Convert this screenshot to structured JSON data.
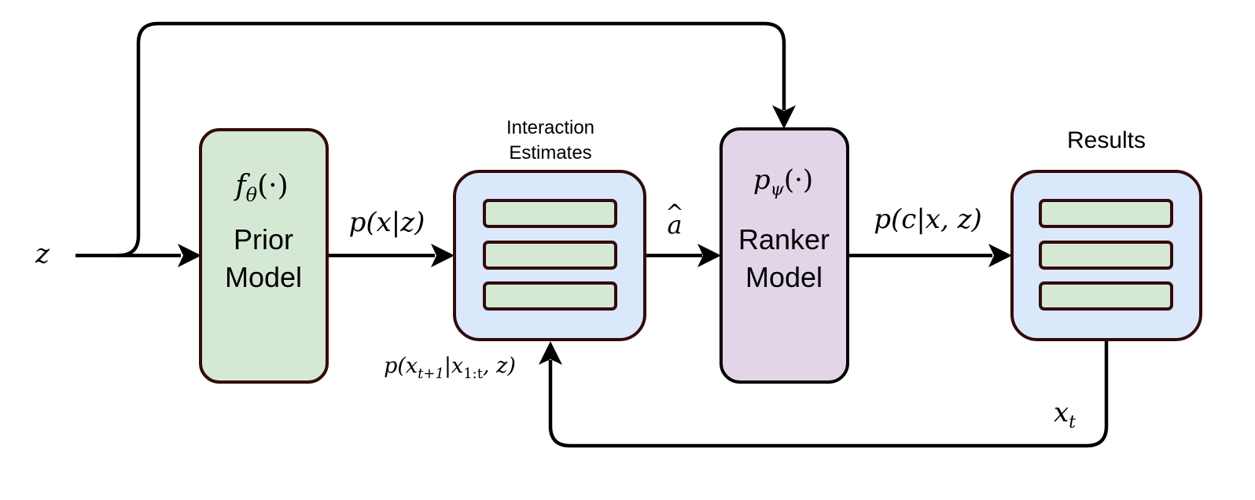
{
  "colors": {
    "prior_fill": "#d5e8d4",
    "estimates_fill": "#dae8fc",
    "ranker_fill": "#e1d5e7",
    "bar_fill": "#d5e8d4",
    "border": "#330a0a",
    "arrow": "#000000"
  },
  "nodes": {
    "input": {
      "symbol": "z"
    },
    "prior": {
      "func_main": "f",
      "func_sub": "θ",
      "func_args": "(·)",
      "title_line1": "Prior",
      "title_line2": "Model"
    },
    "estimates": {
      "title_line1": "Interaction",
      "title_line2": "Estimates"
    },
    "ranker": {
      "func_main": "p",
      "func_sub": "ψ",
      "func_args": "(·)",
      "title_line1": "Ranker",
      "title_line2": "Model"
    },
    "results": {
      "title": "Results"
    }
  },
  "edges": {
    "prior_to_estimates": {
      "label": "p(x|z)"
    },
    "estimates_to_ranker": {
      "label_hat": "^",
      "label_symbol": "a"
    },
    "ranker_to_results": {
      "label": "p(c|x, z)"
    },
    "feedback": {
      "results_label_main": "x",
      "results_label_sub": "t",
      "update_label_prefix": "p(x",
      "update_label_sub1": "t+1",
      "update_label_mid": "|x",
      "update_label_sub2": "1:t",
      "update_label_suffix": ", z)"
    }
  }
}
